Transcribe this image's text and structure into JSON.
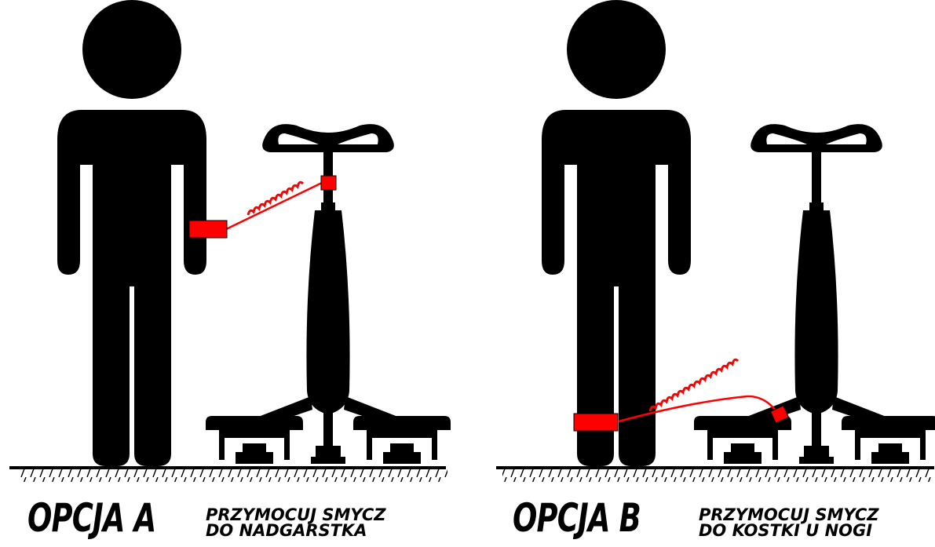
{
  "accent_color": "#ff0000",
  "figure_color": "#000000",
  "panels": [
    {
      "title": "OPCJA A",
      "instruction_line1": "PRZYMOCUJ SMYCZ",
      "instruction_line2": "DO NADGARSTKA",
      "attachment": "wrist"
    },
    {
      "title": "OPCJA B",
      "instruction_line1": "PRZYMOCUJ SMYCZ",
      "instruction_line2": "DO KOSTKI U NOGI",
      "attachment": "ankle"
    }
  ]
}
